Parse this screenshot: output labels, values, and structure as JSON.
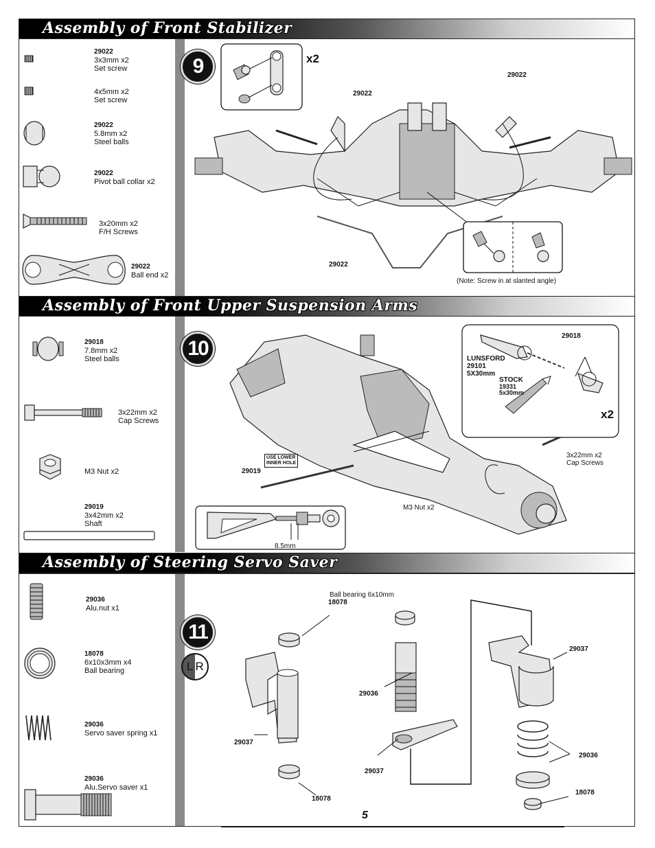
{
  "sections": {
    "s9": {
      "title": "Assembly of Front Stabilizer",
      "step": "9",
      "qty": "x2",
      "note": "(Note: Screw in at slanted angle)"
    },
    "s10": {
      "title": "Assembly of Front Upper Suspension Arms",
      "step": "10",
      "qty": "x2"
    },
    "s11": {
      "title": "Assembly of Steering Servo Saver",
      "step": "11",
      "lr": "LR"
    }
  },
  "parts9": [
    {
      "code": "29022",
      "desc": "3x3mm x2\nSet screw"
    },
    {
      "code": "",
      "desc": "4x5mm x2\nSet screw"
    },
    {
      "code": "29022",
      "desc": "5.8mm x2\nSteel balls"
    },
    {
      "code": "29022",
      "desc": "Pivot ball collar x2"
    },
    {
      "code": "",
      "desc": "3x20mm x2\nF/H Screws"
    },
    {
      "code": "29022",
      "desc": "Ball end x2"
    }
  ],
  "parts10": [
    {
      "code": "29018",
      "desc": "7.8mm x2\nSteel balls"
    },
    {
      "code": "",
      "desc": "3x22mm x2\nCap Screws"
    },
    {
      "code": "",
      "desc": "M3 Nut x2"
    },
    {
      "code": "29019",
      "desc": "3x42mm x2\nShaft"
    }
  ],
  "parts11": [
    {
      "code": "29036",
      "desc": "Alu.nut x1"
    },
    {
      "code": "18078",
      "desc": "6x10x3mm x4\nBall bearing"
    },
    {
      "code": "29036",
      "desc": "Servo saver spring x1"
    },
    {
      "code": "29036",
      "desc": "Alu.Servo saver x1"
    }
  ],
  "callouts9": {
    "top_left": "29022",
    "top_right": "29022",
    "bar": "29022"
  },
  "callouts10": {
    "ball_code": "29018",
    "lunsford": "LUNSFORD",
    "lunsford_code": "29101",
    "lunsford_size": "5X30mm",
    "stock": "STOCK",
    "stock_code": "19331",
    "stock_size": "5x30mm",
    "use_lower": "USE LOWER\nINNER HOLE",
    "shaft": "29019",
    "screws": "3x22mm x2\nCap Screws",
    "nut": "M3 Nut x2",
    "gap": "8.5mm"
  },
  "callouts11": {
    "bearing_label": "Ball bearing 6x10mm",
    "bearing_code": "18078",
    "tube": "29036",
    "arm_left": "29037",
    "arm_bottom": "29037",
    "arm_right": "29037",
    "bearing_bottom": "18078",
    "spring": "29036",
    "bearing_right": "18078"
  },
  "page_number": "5"
}
